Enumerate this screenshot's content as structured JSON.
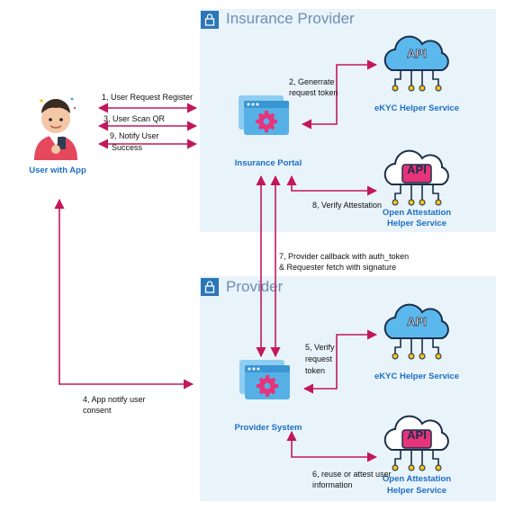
{
  "insurance_provider": {
    "title": "Insurance Provider",
    "portal_label": "Insurance Portal",
    "ekyc_label": "eKYC Helper Service",
    "attest_label_1": "Open Attestation",
    "attest_label_2": "Helper Service"
  },
  "provider": {
    "title": "Provider",
    "system_label": "Provider System",
    "ekyc_label": "eKYC Helper Service",
    "attest_label_1": "Open Attestation",
    "attest_label_2": "Helper Service"
  },
  "user": {
    "label": "User with App"
  },
  "icons": {
    "api_text": "API"
  },
  "steps": {
    "s1": "1, User Request Register",
    "s2_line1": "2, Generrate",
    "s2_line2": "request token",
    "s3": "3, User Scan QR",
    "s9_line1": "9, Notify User",
    "s9_line2": "Success",
    "s4_line1": "4, App notify user",
    "s4_line2": "consent",
    "s5_line1": "5, Verify",
    "s5_line2": "request",
    "s5_line3": "token",
    "s6_line1": "6, reuse or attest user",
    "s6_line2": "information",
    "s7_line1": "7, Provider callback with auth_token",
    "s7_line2": "& Requester fetch with signature",
    "s8": "8, Verify Attestation"
  },
  "colors": {
    "arrow": "#c2185b",
    "group_bg": "#e9f3fa",
    "group_title": "#6d8fb4",
    "lock": "#2b76b9",
    "service_label": "#1d6fc4",
    "gear": "#e6337a"
  }
}
